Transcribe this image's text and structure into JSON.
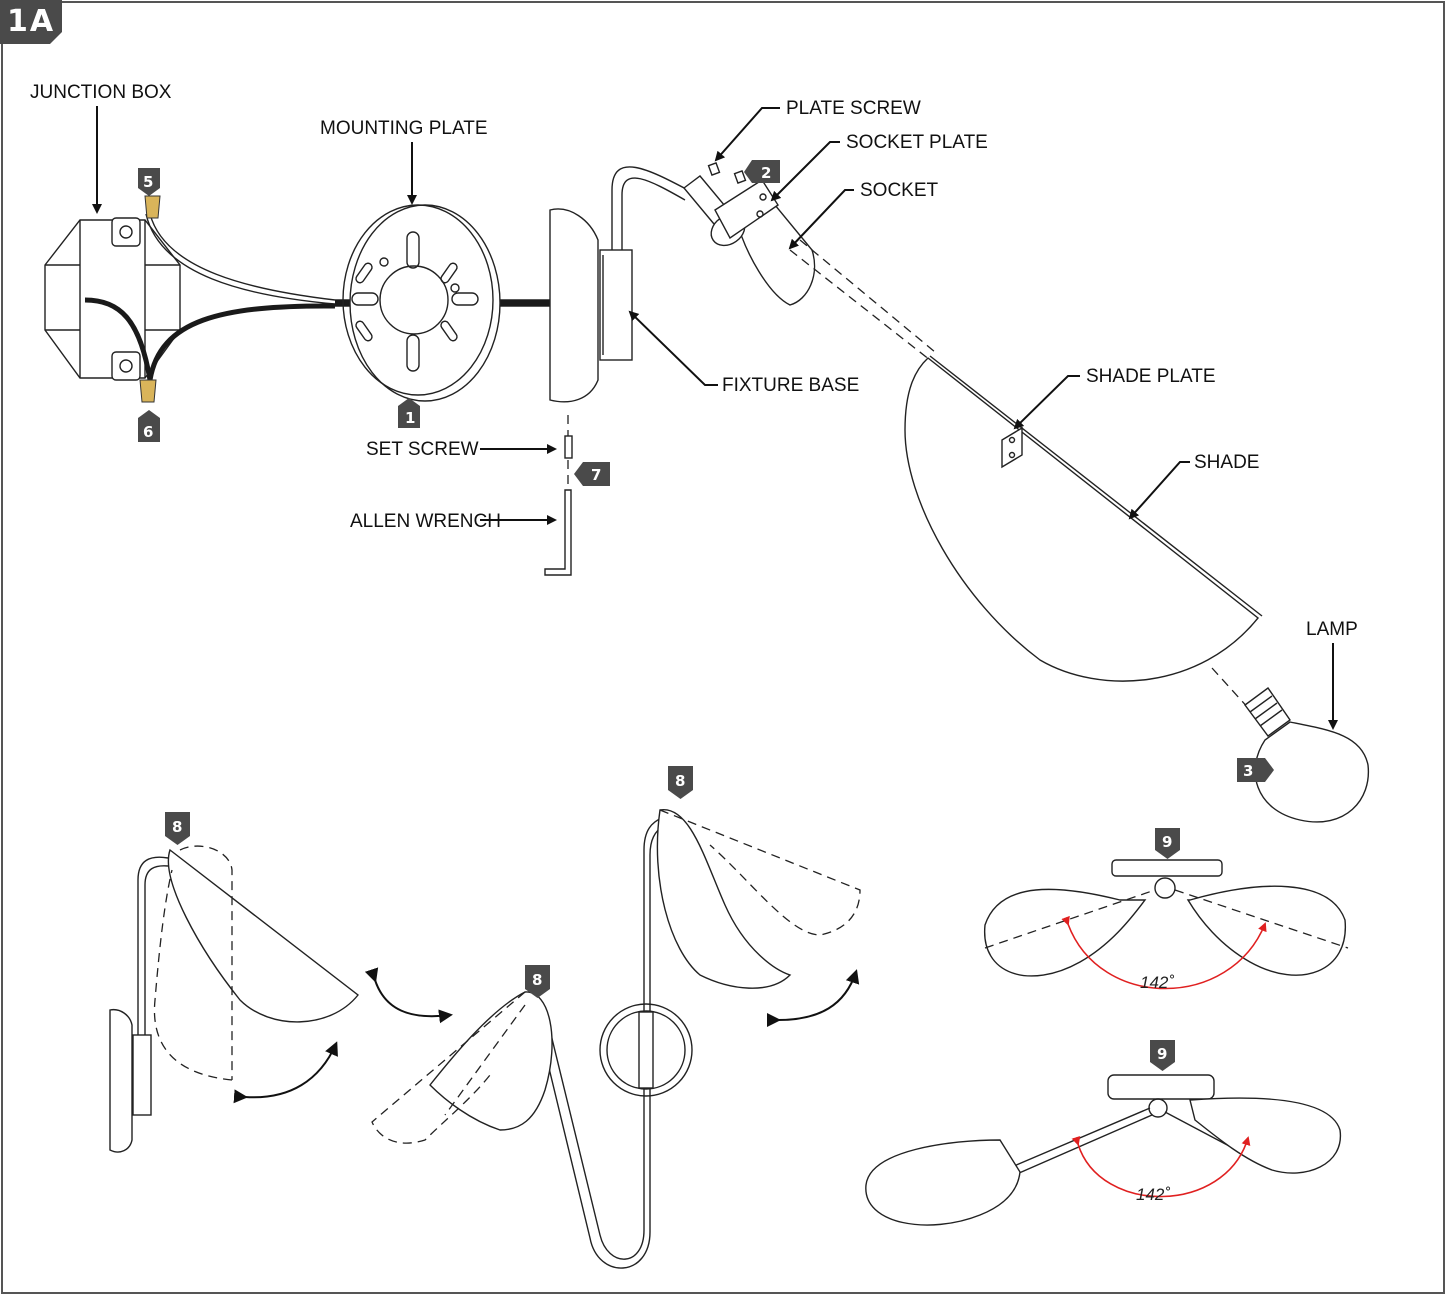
{
  "figure_badge": "1A",
  "labels": {
    "junction_box": "JUNCTION BOX",
    "mounting_plate": "MOUNTING PLATE",
    "plate_screw": "PLATE SCREW",
    "socket_plate": "SOCKET PLATE",
    "socket": "SOCKET",
    "fixture_base": "FIXTURE BASE",
    "shade_plate": "SHADE PLATE",
    "shade": "SHADE",
    "lamp": "LAMP",
    "set_screw": "SET SCREW",
    "allen_wrench": "ALLEN WRENCH"
  },
  "steps": {
    "s1": "1",
    "s2": "2",
    "s3": "3",
    "s5": "5",
    "s6": "6",
    "s7": "7",
    "s8a": "8",
    "s8b": "8",
    "s8c": "8",
    "s9a": "9",
    "s9b": "9"
  },
  "angles": {
    "top": "142˚",
    "bottom": "142˚"
  },
  "colors": {
    "badge": "#4a4a4a",
    "angle_arc": "#e02020",
    "line": "#222222"
  }
}
